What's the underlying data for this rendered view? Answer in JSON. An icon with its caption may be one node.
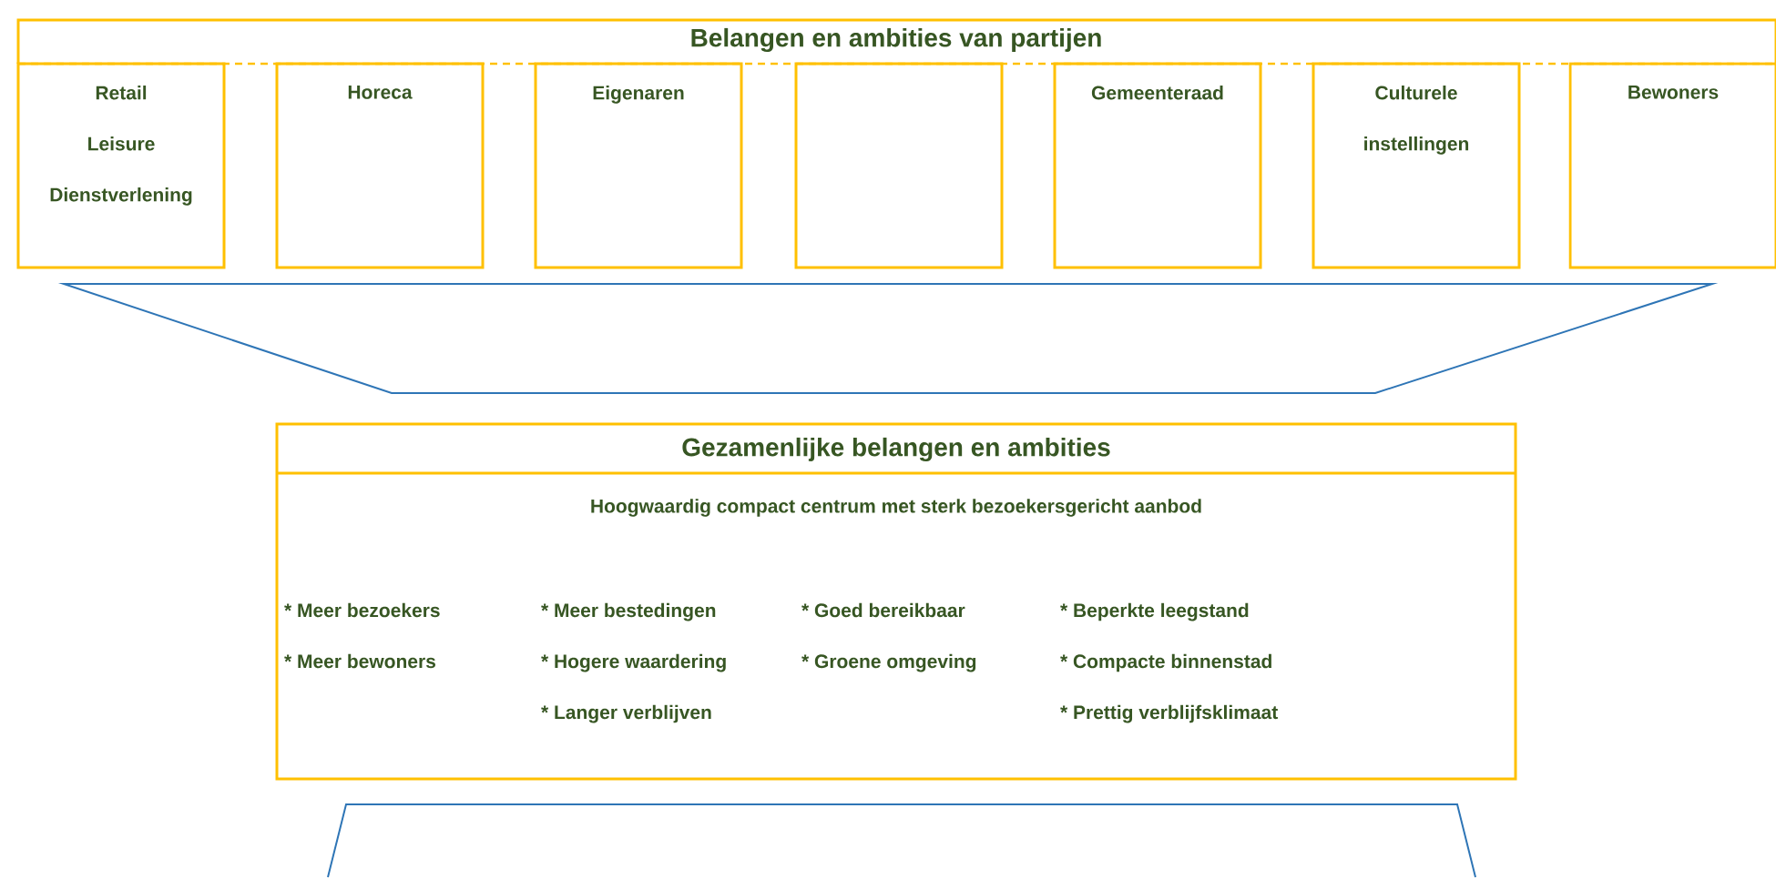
{
  "diagram": {
    "nodes": [
      {
        "text": [
          "Belangen en ambities van partijen"
        ]
      },
      {
        "text": [
          "Retail",
          "Leisure",
          "Dienstverlening"
        ]
      },
      {
        "text": [
          "Horeca"
        ]
      },
      {
        "text": [
          "Eigenaren"
        ]
      },
      {
        "text": [],
        "shape": "box"
      },
      {
        "text": [
          "Gemeenteraad"
        ]
      },
      {
        "text": [
          "Culturele instellingen"
        ]
      },
      {
        "text": [
          "Bewoners"
        ]
      },
      {
        "text": [
          "Gezamenlijke belangen en ambities",
          "Hoogwaardig compact centrum met sterk bezoekersgericht aanbod",
          "* Meer bezoekers",
          "* Meer bestedingen",
          "* Goed bereikbaar",
          "* Beperkte leegstand",
          "* Meer bewoners",
          "* Hogere waardering",
          "* Groene omgeving",
          "* Compacte binnenstad",
          "* Langer verblijven",
          "* Prettig verblijfsklimaat"
        ]
      }
    ]
  }
}
